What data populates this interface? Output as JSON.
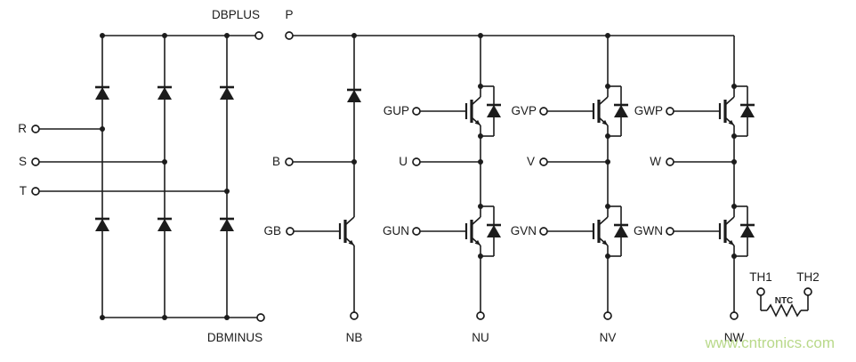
{
  "colors": {
    "line": "#1c1c1c",
    "background": "#ffffff"
  },
  "watermark": {
    "text": "www.cntronics.com",
    "color": "#b9d98a"
  },
  "terminals": {
    "dbplus": "DBPLUS",
    "dbminus": "DBMINUS",
    "r": "R",
    "s": "S",
    "t": "T",
    "p": "P",
    "b": "B",
    "gb": "GB",
    "nb": "NB",
    "u": "U",
    "gup": "GUP",
    "gun": "GUN",
    "nu": "NU",
    "v": "V",
    "gvp": "GVP",
    "gvn": "GVN",
    "nv": "NV",
    "w": "W",
    "gwp": "GWP",
    "gwn": "GWN",
    "nw": "NW",
    "th1": "TH1",
    "th2": "TH2",
    "ntc": "NTC"
  }
}
